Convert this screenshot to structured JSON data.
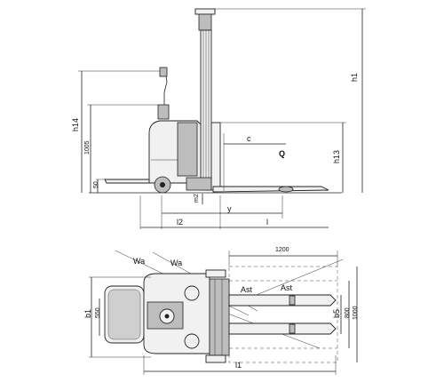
{
  "side_view": {
    "labels": {
      "h1": "h1",
      "h14": "h14",
      "h13": "h13",
      "d1005": "1005",
      "d50": "50",
      "c": "c",
      "Q": "Q",
      "m2": "m2",
      "y": "y",
      "l2": "l2",
      "l": "l"
    }
  },
  "top_view": {
    "labels": {
      "d1200": "1200",
      "wa1": "Wa",
      "wa2": "Wa",
      "ast1": "Ast",
      "ast2": "Ast",
      "b1": "b1",
      "d550": "550",
      "b5": "b5",
      "d800": "800",
      "d1000": "1000",
      "l1": "l1"
    }
  }
}
